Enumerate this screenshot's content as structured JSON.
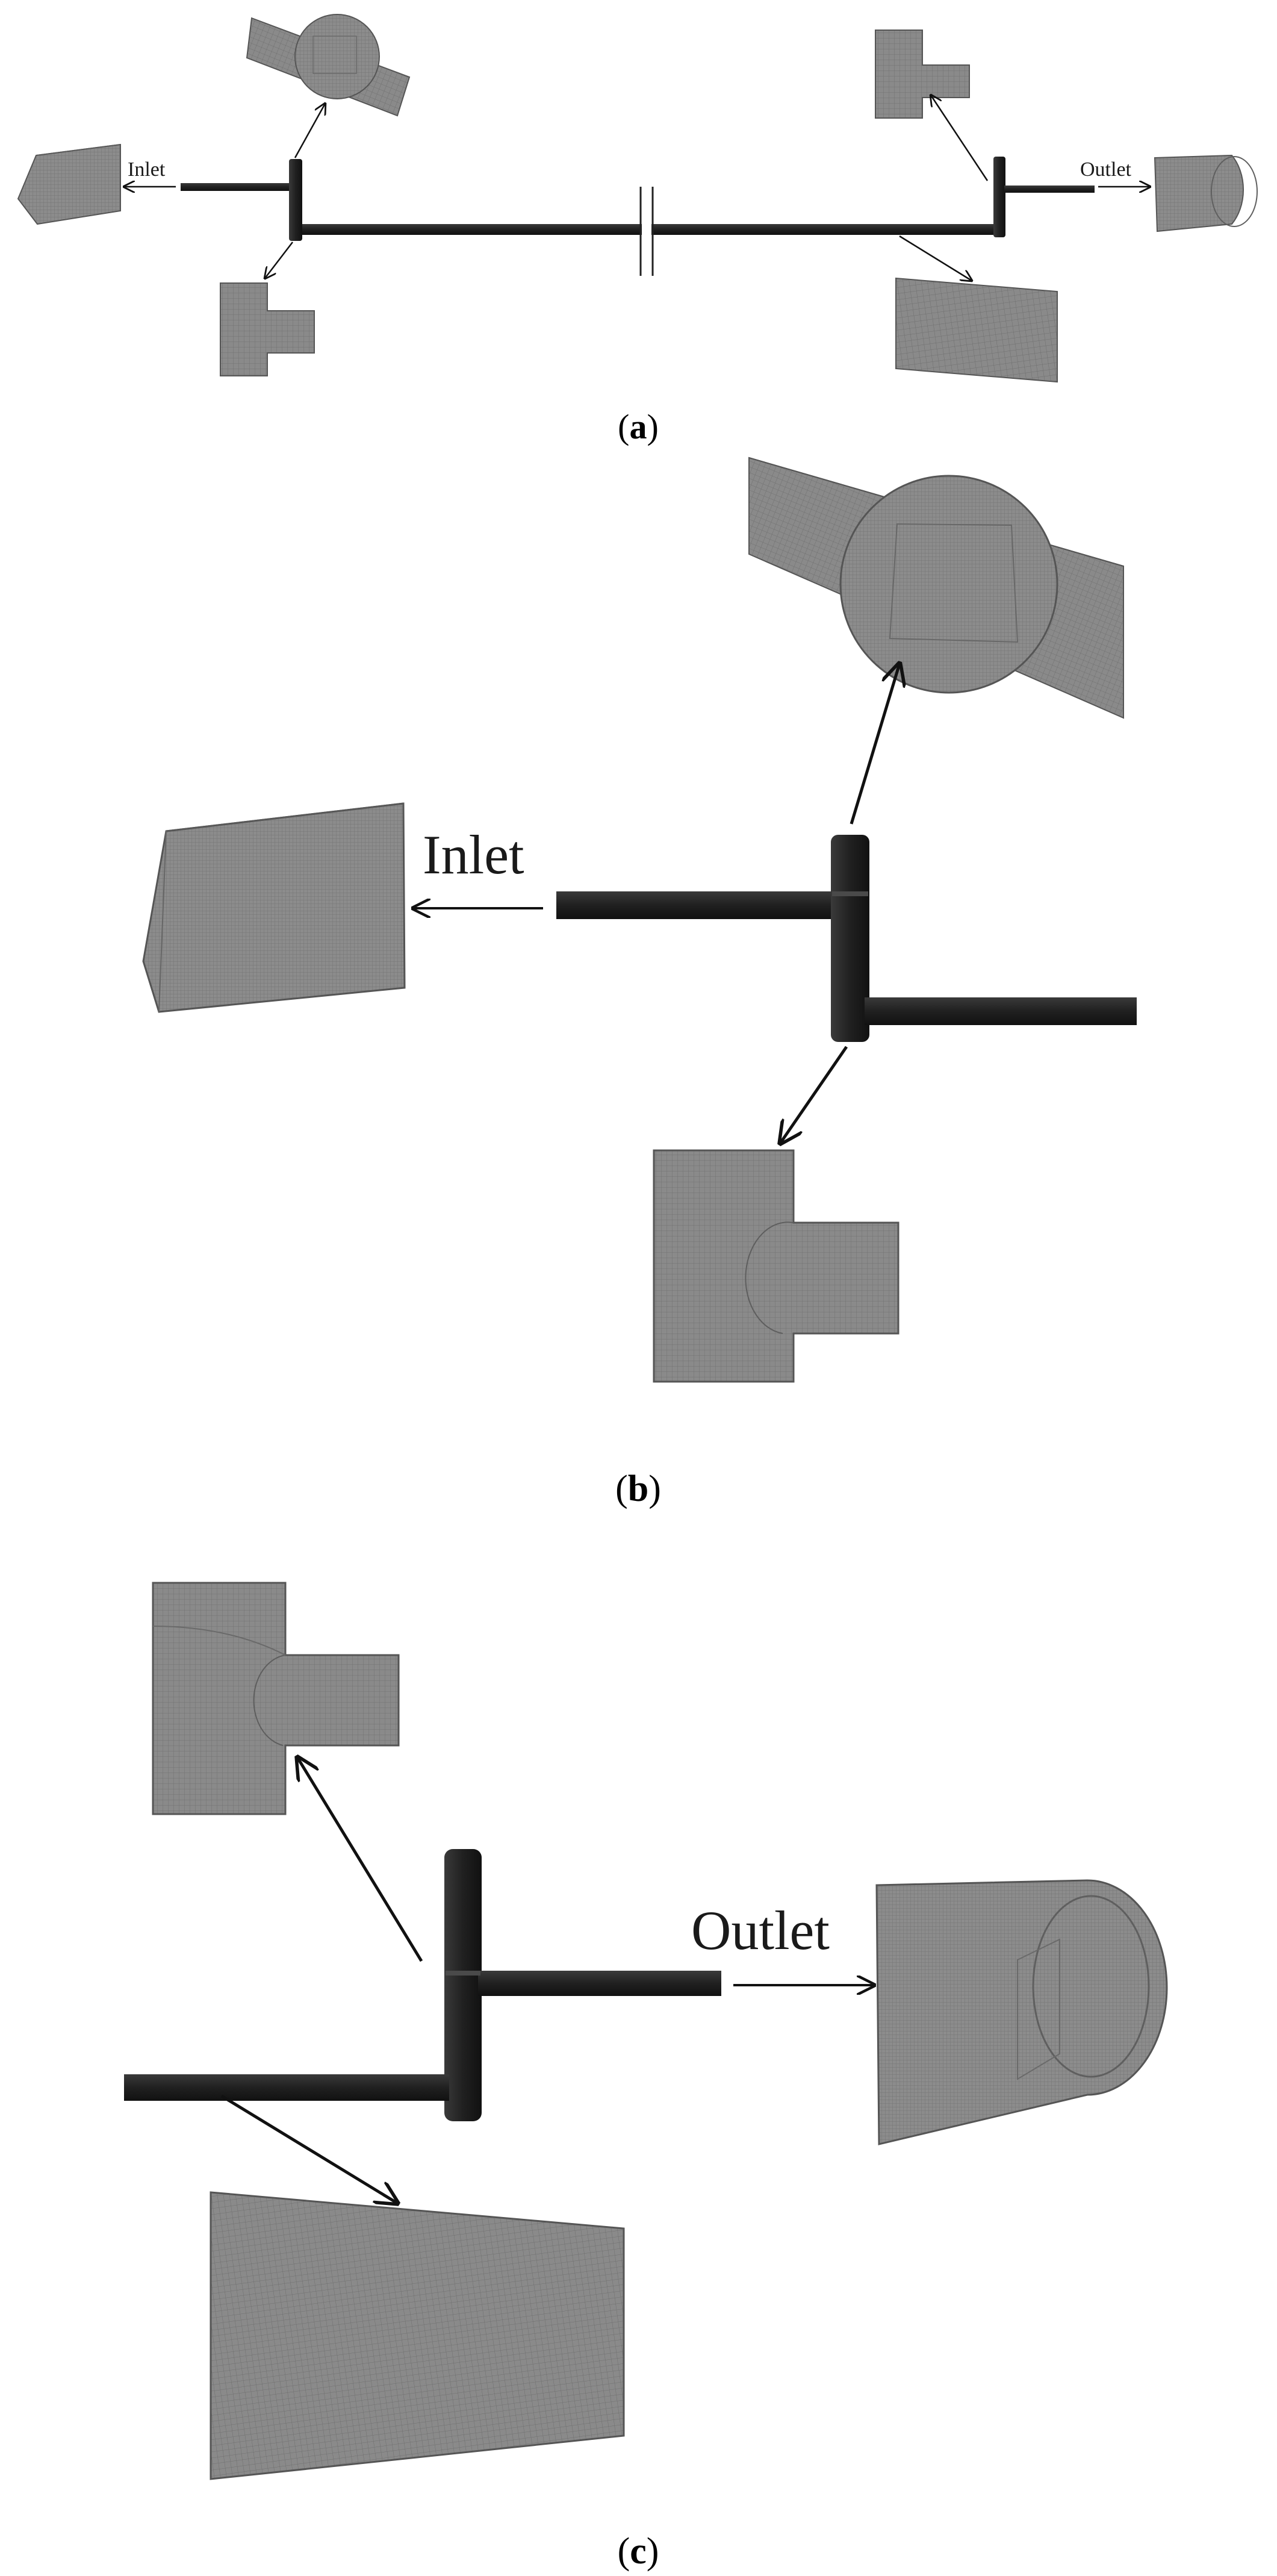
{
  "panels": [
    {
      "id": "a",
      "caption_open": "(",
      "caption_letter": "a",
      "caption_close": ")",
      "inlet_label": "Inlet",
      "outlet_label": "Outlet"
    },
    {
      "id": "b",
      "caption_open": "(",
      "caption_letter": "b",
      "caption_close": ")",
      "inlet_label": "Inlet"
    },
    {
      "id": "c",
      "caption_open": "(",
      "caption_letter": "c",
      "caption_close": ")",
      "outlet_label": "Outlet"
    }
  ],
  "colors": {
    "pipe": "#262626",
    "mesh_fill": "#8a8a8a",
    "mesh_line": "#6f6f6f",
    "mesh_edge": "#555555",
    "arrow": "#111111",
    "background": "#ffffff"
  }
}
